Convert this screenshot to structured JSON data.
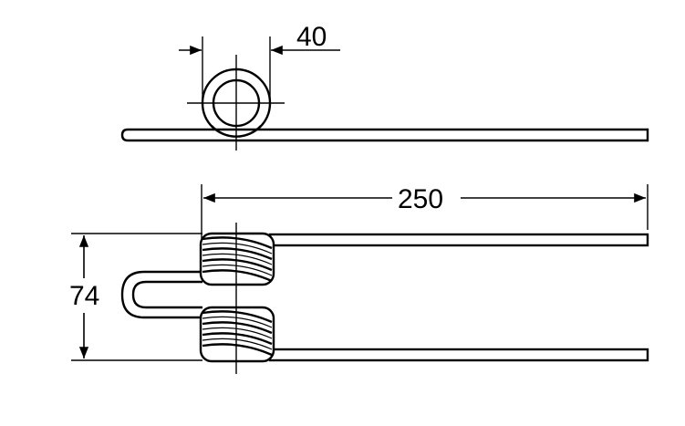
{
  "dimensions": {
    "coil_diameter": "40",
    "tine_length": "250",
    "coil_spacing": "74"
  },
  "colors": {
    "stroke": "#000000",
    "background": "#ffffff"
  }
}
